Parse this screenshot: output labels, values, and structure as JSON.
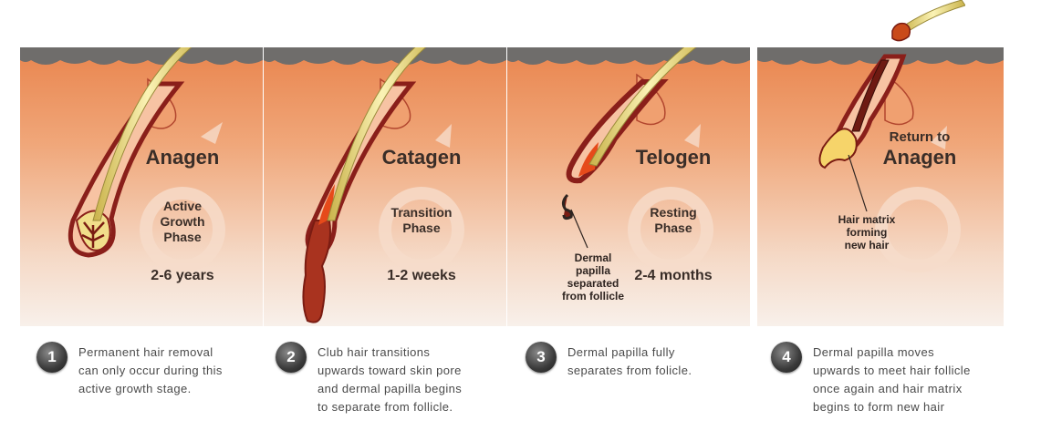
{
  "panels": [
    {
      "title": "Anagen",
      "subtitle": [
        "Active",
        "Growth",
        "Phase"
      ],
      "duration": "2-6 years"
    },
    {
      "title": "Catagen",
      "subtitle": [
        "Transition",
        "Phase"
      ],
      "duration": "1-2 weeks"
    },
    {
      "title": "Telogen",
      "subtitle": [
        "Resting",
        "Phase"
      ],
      "duration": "2-4 months",
      "annotation": [
        "Dermal",
        "papilla",
        "separated",
        "from follicle"
      ]
    },
    {
      "title_line1": "Return to",
      "title": "Anagen",
      "annotation": [
        "Hair matrix",
        "forming",
        "new hair"
      ]
    }
  ],
  "steps": [
    {
      "number": "1",
      "text": [
        "Permanent hair removal",
        "can only occur during this",
        "active growth stage."
      ]
    },
    {
      "number": "2",
      "text": [
        "Club hair transitions",
        "upwards toward skin pore",
        "and dermal papilla begins",
        "to separate from follicle."
      ]
    },
    {
      "number": "3",
      "text": [
        "Dermal papilla fully",
        "separates from folicle."
      ]
    },
    {
      "number": "4",
      "text": [
        "Dermal papilla moves",
        "upwards to meet hair follicle",
        "once again and hair matrix",
        "begins to form new hair"
      ]
    }
  ],
  "colors": {
    "skin_top": "#e88a55",
    "skin_bottom": "#f6ede6",
    "surface": "#6f6d6b",
    "follicle": "#8a1f1a",
    "hair": "#f2e48a"
  }
}
